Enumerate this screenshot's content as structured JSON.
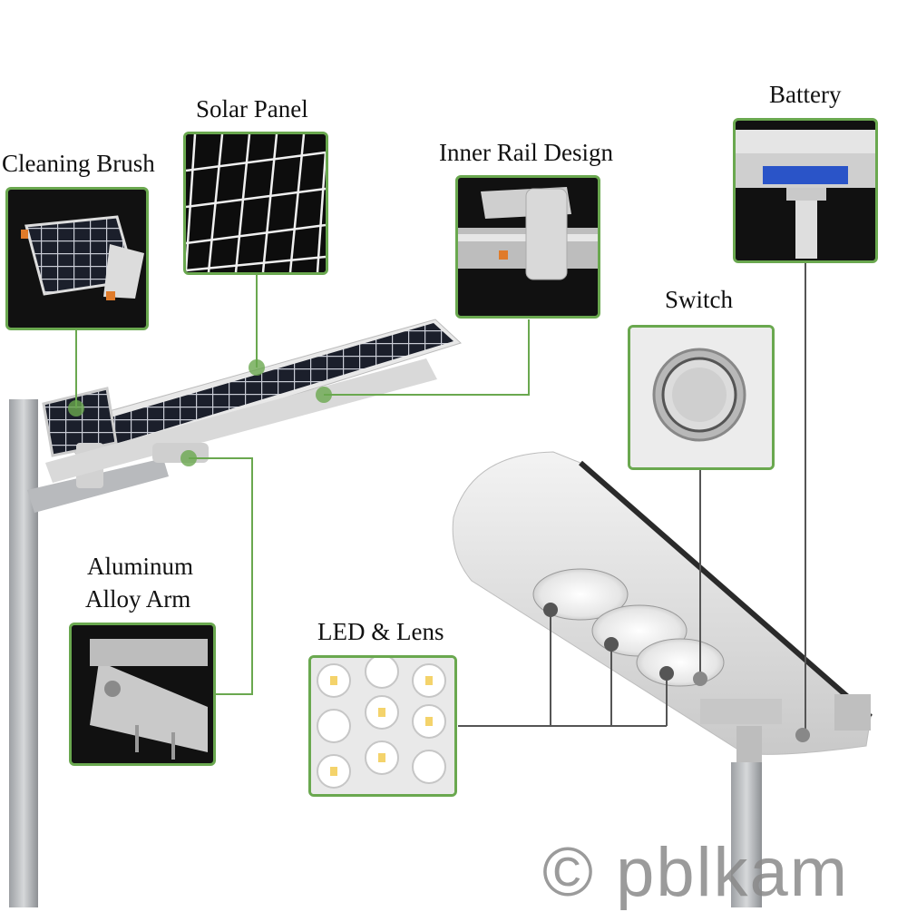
{
  "labels": {
    "cleaning_brush": "Cleaning Brush",
    "solar_panel": "Solar Panel",
    "inner_rail": "Inner Rail Design",
    "battery": "Battery",
    "switch": "Switch",
    "arm_line1": "Aluminum",
    "arm_line2": "Alloy Arm",
    "led": "LED & Lens"
  },
  "watermark": "© pblkam",
  "colors": {
    "accent": "#6aa84f",
    "box_bg": "#111111"
  }
}
